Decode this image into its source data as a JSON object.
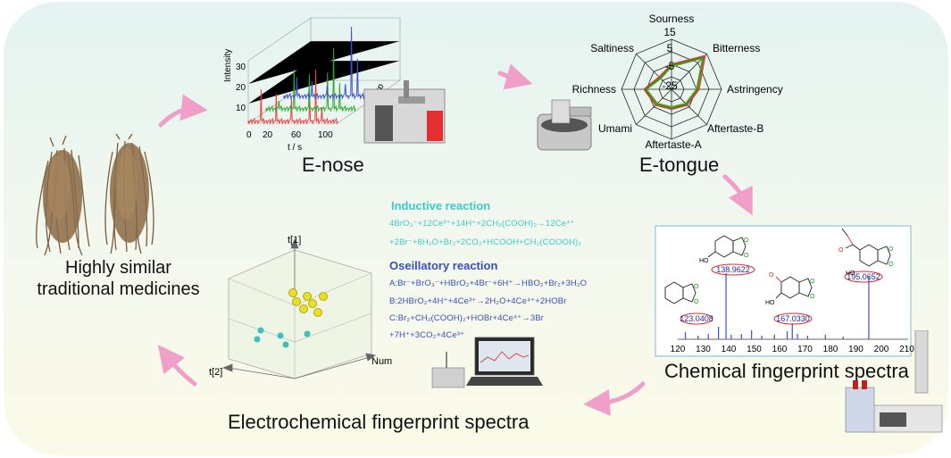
{
  "herbs_label_line1": "Highly similar",
  "herbs_label_line2": "traditional medicines",
  "enose": {
    "label": "E-nose",
    "y_axis_label": "Intensity",
    "y_ticks": [
      "30",
      "20",
      "10"
    ],
    "x_axis_label": "t / s",
    "x_ticks": [
      "0",
      "20",
      "60",
      "100"
    ],
    "z_axis_label": "Group",
    "colors": [
      "#e84040",
      "#2aa82a",
      "#3a4fd0"
    ]
  },
  "etongue": {
    "label": "E-tongue",
    "ring_labels": [
      "15",
      "5",
      "-5",
      "-25"
    ],
    "axes": [
      "Sourness",
      "Bitterness",
      "Astringency",
      "Aftertaste-B",
      "Aftertaste-A",
      "Umami",
      "Richness",
      "Saltiness"
    ],
    "colors": [
      "#e03a2a",
      "#7aa21c",
      "#2a8f2a"
    ]
  },
  "chem": {
    "label": "Chemical fingerprint spectra",
    "x_ticks": [
      "120",
      "130",
      "140",
      "150",
      "160",
      "170",
      "180",
      "190",
      "200",
      "210"
    ],
    "peaks": [
      "123.0408",
      "138.9622",
      "167.0330",
      "195.0652"
    ],
    "structure_labels": [
      "HO",
      "HO",
      "HO",
      "O",
      "O",
      "O",
      "O",
      "O",
      "O",
      "O",
      "O",
      "O",
      "O"
    ]
  },
  "electro": {
    "label": "Electrochemical fingerprint spectra",
    "axis_t1": "t[1]",
    "axis_t2": "t[2]",
    "axis_num": "Num",
    "inductive_title": "Inductive reaction",
    "inductive_line1": "4BrO₃⁻+12Ce³⁺+14H⁺+2CH₂(COOH)₂→12Ce⁴⁺",
    "inductive_line2": "+2Br⁻+8H₂O+Br₂+2CO₂+HCOOH+CH₂(COOOH)₂",
    "oscillatory_title": "Oseillatory reaction",
    "osc_a": "A:Br⁻+BrO₃⁻+HBrO₂+4Br⁻+6H⁺→HBO₂+Br₂+3H₂O",
    "osc_b": "B:2HBrO₂+4H⁺+4Ce³⁺→2H₂O+4Ce⁴⁺+2HOBr",
    "osc_c": "C:Br₂+CH₂(COOH)₂+HOBr+4Ce⁴⁺→3Br",
    "osc_c2": "+7H⁺+3CO₂+4Ce³⁺",
    "inductive_color": "#3ec9c9",
    "oscillatory_color": "#3a4fb8",
    "point_colors": [
      "#e8e020",
      "#3ec0c0"
    ]
  },
  "arrow_color": "#f0a0c8"
}
